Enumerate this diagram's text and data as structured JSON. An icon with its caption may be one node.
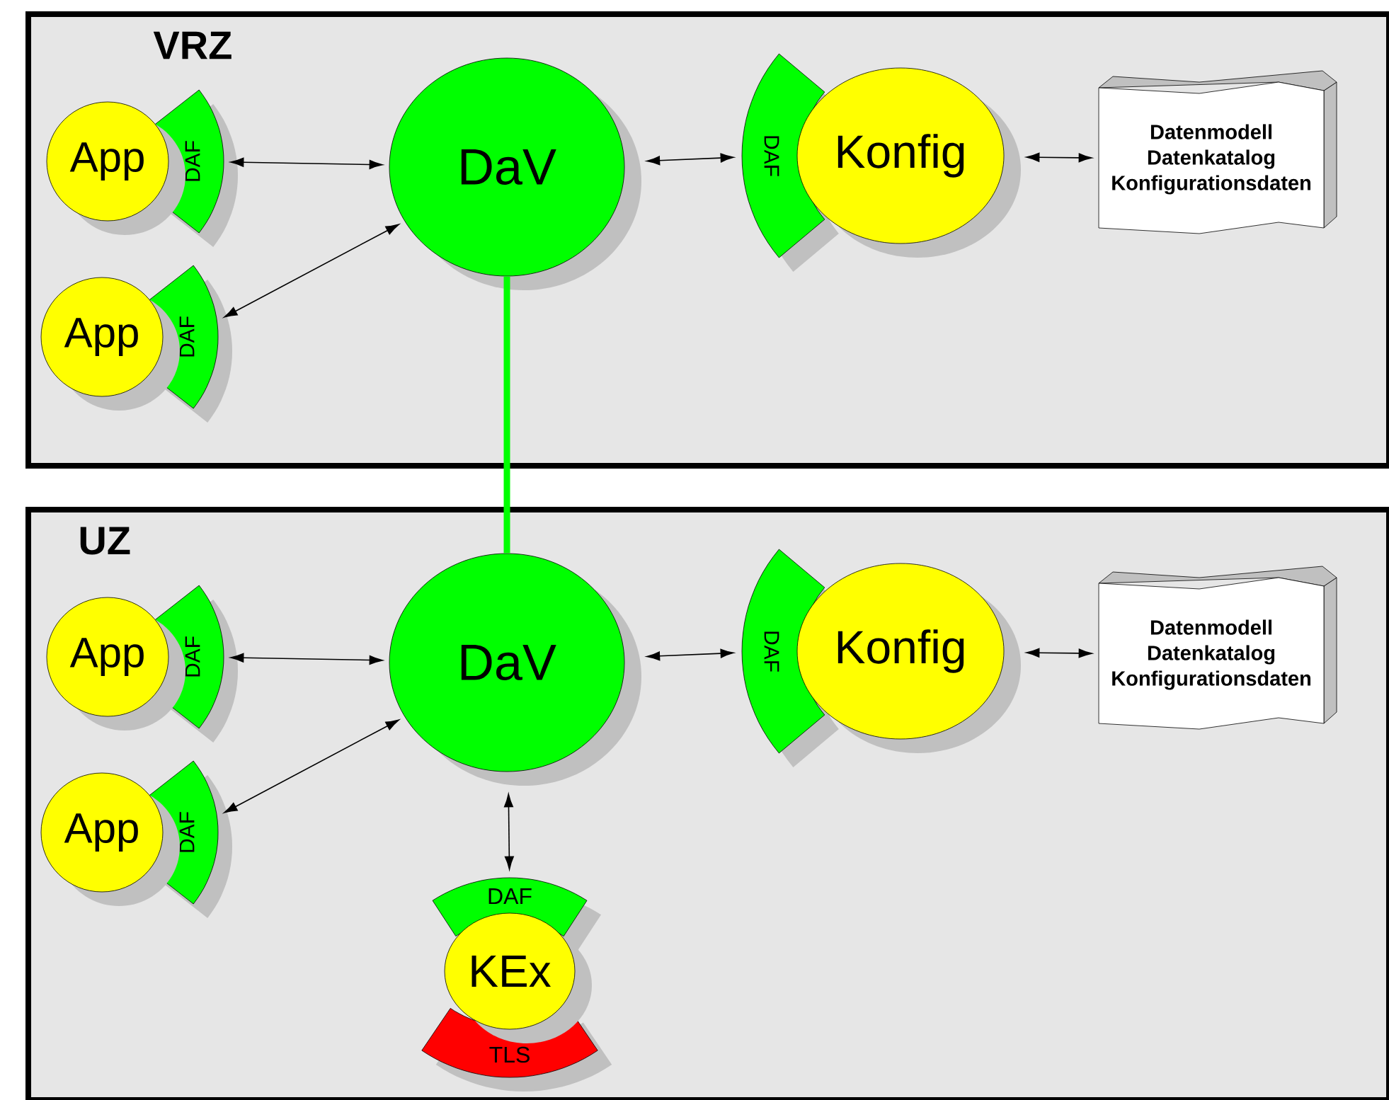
{
  "diagram": {
    "nodes": [
      {
        "text": [
          "VRZ"
        ]
      },
      {
        "text": [
          "App"
        ],
        "in": 0
      },
      {
        "text": [
          "DAF"
        ],
        "in": 0
      },
      {
        "text": [
          "DaV"
        ],
        "in": 0
      },
      {
        "text": [
          "DAF"
        ],
        "in": 0
      },
      {
        "text": [
          "Konfig"
        ],
        "in": 0
      },
      {
        "text": [
          "Datenmodell",
          "Datenkatalog",
          "Konfigurationsdaten"
        ],
        "in": 0
      },
      {
        "text": [
          "App"
        ],
        "in": 0
      },
      {
        "text": [
          "DAF"
        ],
        "in": 0
      },
      {
        "text": [
          "UZ"
        ]
      },
      {
        "text": [
          "App"
        ],
        "in": 9
      },
      {
        "text": [
          "DAF"
        ],
        "in": 9
      },
      {
        "text": [
          "DaV"
        ],
        "in": 9
      },
      {
        "text": [
          "DAF"
        ],
        "in": 9
      },
      {
        "text": [
          "Konfig"
        ],
        "in": 9
      },
      {
        "text": [
          "Datenmodell",
          "Datenkatalog",
          "Konfigurationsdaten"
        ],
        "in": 9
      },
      {
        "text": [
          "App"
        ],
        "in": 9
      },
      {
        "text": [
          "DAF"
        ],
        "in": 9
      },
      {
        "text": [
          "DAF"
        ],
        "in": 9
      },
      {
        "text": [
          "KEx"
        ],
        "in": 9
      },
      {
        "text": [
          "TLS"
        ],
        "in": 9
      }
    ],
    "edges": [
      {
        "from": 2,
        "to": 3,
        "arrow": "both"
      },
      {
        "from": 8,
        "to": 3,
        "arrow": "both"
      },
      {
        "from": 3,
        "to": 4,
        "arrow": "both"
      },
      {
        "from": 5,
        "to": 6,
        "arrow": "both"
      },
      {
        "from": 3,
        "to": 12,
        "arrow": "none",
        "style": "thick",
        "color": "#00ff00"
      },
      {
        "from": 11,
        "to": 12,
        "arrow": "both"
      },
      {
        "from": 17,
        "to": 12,
        "arrow": "both"
      },
      {
        "from": 12,
        "to": 13,
        "arrow": "both"
      },
      {
        "from": 14,
        "to": 15,
        "arrow": "both"
      },
      {
        "from": 12,
        "to": 18,
        "arrow": "both"
      }
    ]
  }
}
